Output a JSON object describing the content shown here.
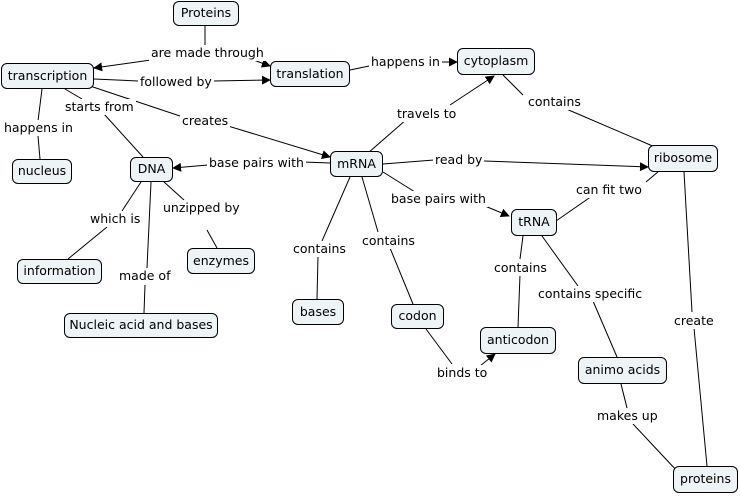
{
  "concept_map": {
    "nodes": {
      "proteins_top": "Proteins",
      "transcription": "transcription",
      "translation": "translation",
      "cytoplasm": "cytoplasm",
      "nucleus": "nucleus",
      "dna": "DNA",
      "mrna": "mRNA",
      "ribosome": "ribosome",
      "trna": "tRNA",
      "information": "information",
      "enzymes": "enzymes",
      "nucleic": "Nucleic acid and bases",
      "bases": "bases",
      "codon": "codon",
      "anticodon": "anticodon",
      "animo_acids": "animo acids",
      "proteins_bottom": "proteins"
    },
    "links": {
      "are_made_through": "are made through",
      "followed_by": "followed by",
      "happens_in_1": "happens in",
      "starts_from": "starts from",
      "creates": "creates",
      "happens_in_2": "happens in",
      "travels_to": "travels to",
      "contains_1": "contains",
      "base_pairs_with_1": "base pairs with",
      "read_by": "read by",
      "which_is": "which is",
      "unzipped_by": "unzipped by",
      "made_of": "made of",
      "base_pairs_with_2": "base pairs with",
      "can_fit_two": "can fit two",
      "contains_2": "contains",
      "contains_3": "contains",
      "contains_4": "contains",
      "contains_specific": "contains specific",
      "create": "create",
      "binds_to": "binds to",
      "makes_up": "makes up"
    }
  }
}
